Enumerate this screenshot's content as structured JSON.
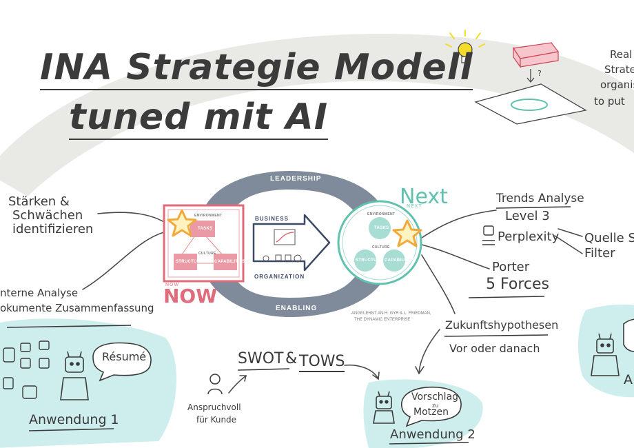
{
  "title": {
    "line1": "INA Strategie Modell",
    "line2": "tuned mit AI"
  },
  "model": {
    "top_label": "LEADERSHIP",
    "bottom_label": "ENABLING",
    "business_label": "BUSINESS",
    "organization_label": "ORGANIZATION",
    "now_label": "NOW",
    "now_small": "NOW",
    "next_label": "Next",
    "next_small": "NEXT",
    "environment": "ENVIRONMENT",
    "tasks": "TASKS",
    "culture": "CULTURE",
    "structure": "STRUCTURE",
    "capabilities": "CAPABILITIES",
    "citation_line1": "ANGELEHNT AN H. GYR & L. FRIEDMAN,",
    "citation_line2": "THE DYNAMIC ENTERPRISE"
  },
  "left": {
    "strengths_line1": "Stärken &",
    "strengths_line2": "Schwächen",
    "strengths_line3": "identifizieren",
    "analysis_line1": "nterne Analyse",
    "analysis_line2": "okumente Zusammenfassung",
    "bubble": "Résumé",
    "usecase": "Anwendung 1"
  },
  "middle": {
    "swot": "SWOT",
    "amp": "&",
    "tows": "TOWS",
    "claim_line1": "Anspruchvoll",
    "claim_line2": "für Kunde",
    "bubble_line1": "Vorschlag",
    "bubble_small": "zu",
    "bubble_line2": "Motzen",
    "usecase": "Anwendung 2"
  },
  "right": {
    "trends_line1": "Trends Analyse",
    "trends_line2": "Level 3",
    "tool": "Perplexity",
    "source_line1": "Quelle Sic",
    "source_line2": "Filter",
    "porter_line1": "Porter",
    "porter_line2": "5 Forces",
    "future_line1": "Zukunftshypothesen",
    "future_line2": "Vor oder danach",
    "top_right_1": "Real",
    "top_right_2": "Strate",
    "top_right_3": "organis",
    "top_right_4": "to put",
    "question": "?",
    "partial_a": "A"
  },
  "colors": {
    "arc": "#e9e9e6",
    "teal_blob": "#cdeeed",
    "now_red": "#e06b7a",
    "next_teal": "#5fc1ae",
    "ring_gray": "#7f8a9b",
    "star": "#f2a93b",
    "ink": "#3a3a3a",
    "bulb": "#f5dc2a"
  }
}
